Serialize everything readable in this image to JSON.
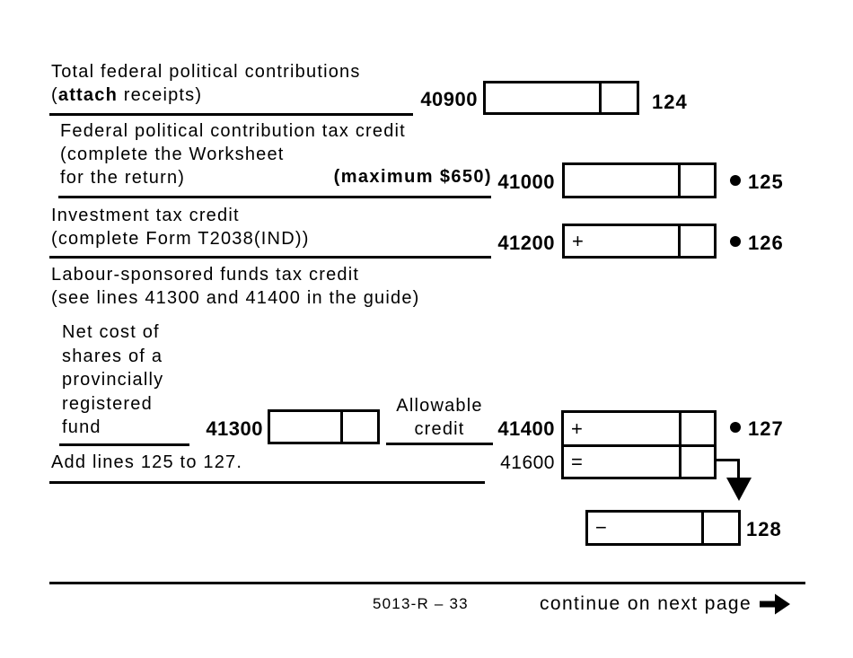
{
  "colors": {
    "ink": "#000000",
    "paper": "#ffffff"
  },
  "icons": {
    "bullet": "●",
    "down_arrow": "down-arrow",
    "next_page_arrow": "right-arrow"
  },
  "sections": {
    "total_contributions": {
      "line1": "Total federal political contributions",
      "line2_open": "(",
      "line2_bold": "attach",
      "line2_rest": " receipts)",
      "code": "40900",
      "line_no": "124"
    },
    "federal_credit": {
      "line1": "Federal political contribution tax credit",
      "line2": "(complete the Worksheet",
      "line3": "for the return)",
      "max_note": "(maximum $650)",
      "code": "41000",
      "line_no": "125"
    },
    "investment_credit": {
      "line1": "Investment tax credit",
      "line2": "(complete Form T2038(IND))",
      "code": "41200",
      "operator": "+",
      "line_no": "126"
    },
    "labour_funds": {
      "line1": "Labour-sponsored funds tax credit",
      "line2": "(see lines 41300 and 41400 in the guide)"
    },
    "net_cost": {
      "lines": [
        "Net cost of",
        "shares of a",
        "provincially",
        "registered",
        "fund"
      ],
      "code": "41300"
    },
    "allowable_credit": {
      "line1": "Allowable",
      "line2": "credit",
      "code": "41400",
      "operator": "+",
      "line_no": "127"
    },
    "add_lines": {
      "label": "Add lines 125 to 127.",
      "code": "41600",
      "operator": "="
    },
    "result": {
      "operator": "−",
      "line_no": "128"
    }
  },
  "footer": {
    "form_code": "5013-R – 33",
    "continue_text": "continue on next page"
  }
}
